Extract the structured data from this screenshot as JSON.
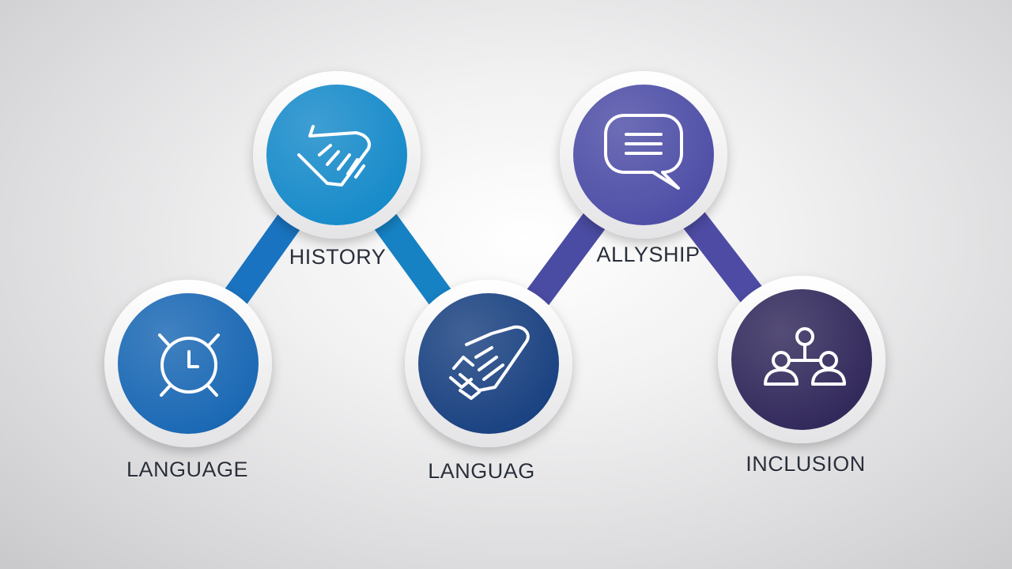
{
  "diagram": {
    "nodes": [
      {
        "id": "node-1",
        "label": "LANGUAGE",
        "icon": "clock-icon",
        "color": "#1766b3"
      },
      {
        "id": "node-2",
        "label": "HISTORY",
        "icon": "handshake-icon",
        "color": "#1489c9"
      },
      {
        "id": "node-3",
        "label": "LANGUAG",
        "icon": "handshake-icon",
        "color": "#173f7f"
      },
      {
        "id": "node-4",
        "label": "ALLYSHIP",
        "icon": "speech-bubble-icon",
        "color": "#4c4ca6"
      },
      {
        "id": "node-5",
        "label": "INCLUSION",
        "icon": "people-network-icon",
        "color": "#2f2659"
      }
    ],
    "connectors": [
      {
        "from": "node-1",
        "to": "node-2",
        "color": "#1a73c0"
      },
      {
        "from": "node-2",
        "to": "node-3",
        "color": "#1682c4"
      },
      {
        "from": "node-3",
        "to": "node-4",
        "color": "#4a4ba2"
      },
      {
        "from": "node-4",
        "to": "node-5",
        "color": "#4d4ba4"
      }
    ]
  }
}
